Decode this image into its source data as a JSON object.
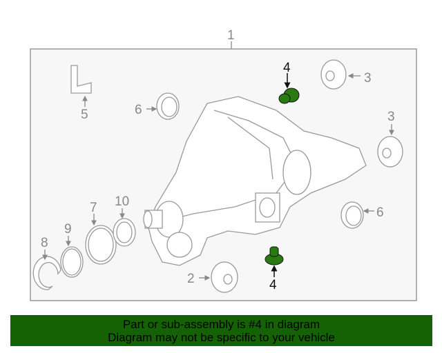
{
  "diagram": {
    "callouts": {
      "c1": "1",
      "c2": "2",
      "c3a": "3",
      "c3b": "3",
      "c4a": "4",
      "c4b": "4",
      "c5": "5",
      "c6a": "6",
      "c6b": "6",
      "c7": "7",
      "c8": "8",
      "c9": "9",
      "c10": "10"
    },
    "highlight_color": "#2a7a12",
    "line_color": "#999999"
  },
  "banner": {
    "line1": "Part or sub-assembly is #4 in diagram",
    "line2": "Diagram may not be specific to your vehicle",
    "background": "#156205"
  }
}
